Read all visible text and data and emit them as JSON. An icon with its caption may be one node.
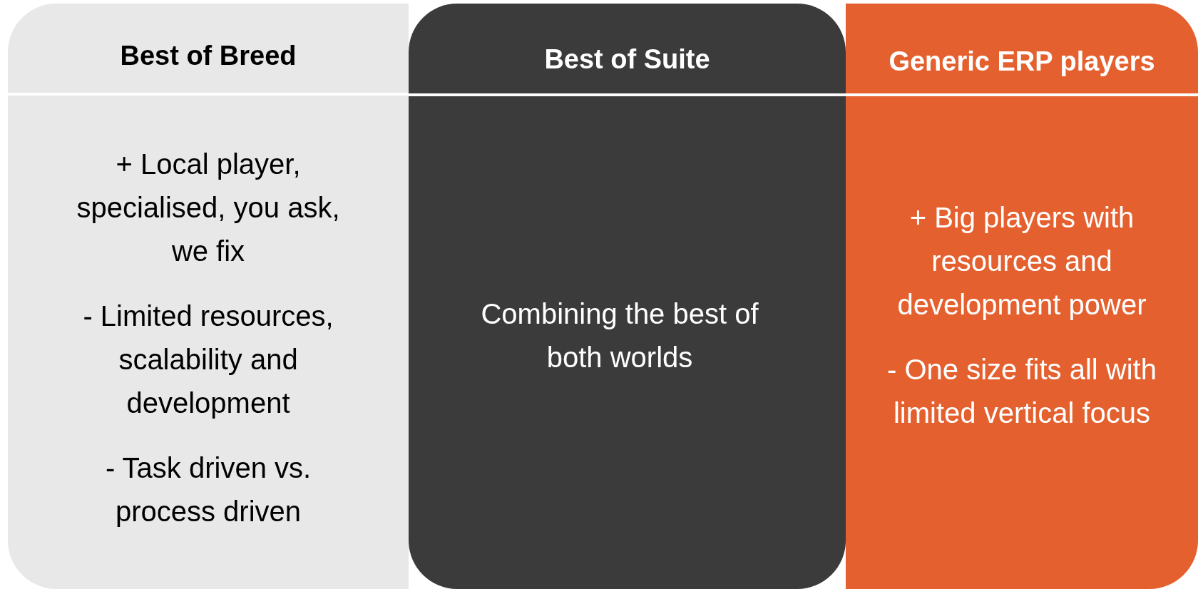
{
  "diagram": {
    "nodes": [
      {
        "text": [
          "Best of Breed",
          "+ Local player, specialised, you ask, we fix",
          "- Limited resources, scalability and development",
          "- Task driven vs. process driven"
        ]
      },
      {
        "text": [
          "Best of Suite",
          "Combining the best of both worlds"
        ]
      },
      {
        "text": [
          "Generic ERP players",
          "+ Big players with resources and development power",
          "- One size fits all with limited vertical focus"
        ]
      }
    ]
  }
}
